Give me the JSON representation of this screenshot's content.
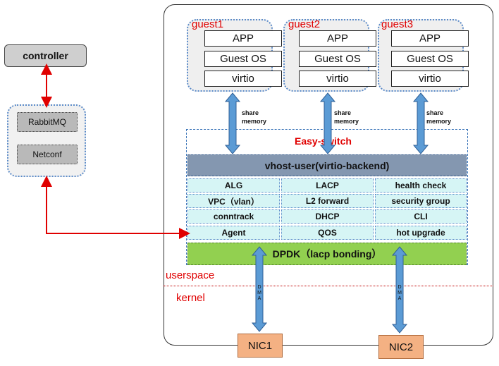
{
  "controller": {
    "label": "controller"
  },
  "mgmt": {
    "rabbitmq": "RabbitMQ",
    "netconf": "Netconf"
  },
  "guests": [
    {
      "name": "guest1",
      "app": "APP",
      "os": "Guest OS",
      "driver": "virtio"
    },
    {
      "name": "guest2",
      "app": "APP",
      "os": "Guest OS",
      "driver": "virtio"
    },
    {
      "name": "guest3",
      "app": "APP",
      "os": "Guest OS",
      "driver": "virtio"
    }
  ],
  "share_memory": {
    "line1": "share",
    "line2": "memory"
  },
  "easy_switch": {
    "title": "Easy-switch",
    "vhost": "vhost-user(virtio-backend)",
    "modules": [
      [
        "ALG",
        "LACP",
        "health check"
      ],
      [
        "VPC（vlan）",
        "L2 forward",
        "security group"
      ],
      [
        "conntrack",
        "DHCP",
        "CLI"
      ],
      [
        "Agent",
        "QOS",
        "hot upgrade"
      ]
    ],
    "dpdk": "DPDK（lacp bonding）"
  },
  "zones": {
    "userspace": "userspace",
    "kernel": "kernel"
  },
  "dma": {
    "c1": "D",
    "c2": "M",
    "c3": "A"
  },
  "nics": {
    "nic1": "NIC1",
    "nic2": "NIC2"
  },
  "colors": {
    "arrow_red": "#e00000",
    "arrow_blue": "#5b9bd5",
    "dpdk_green": "#92d050",
    "vhost_slate": "#8497b0"
  }
}
